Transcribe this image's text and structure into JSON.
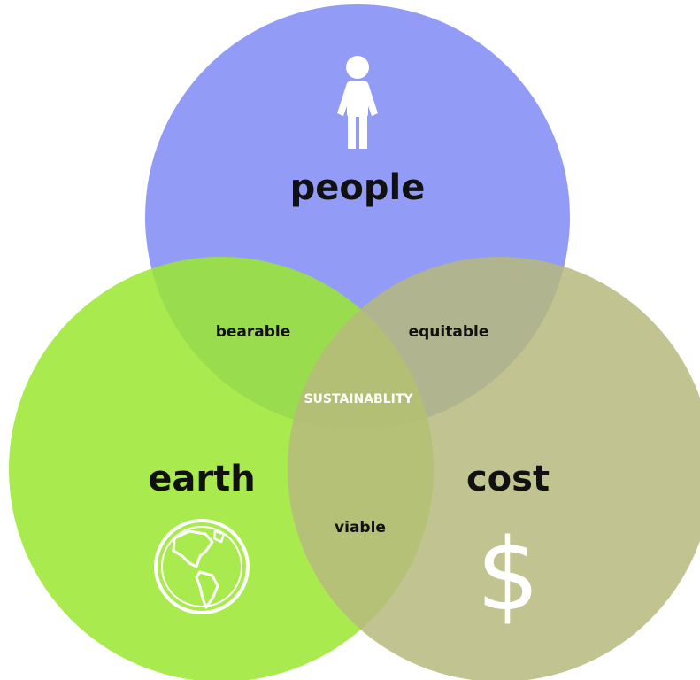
{
  "circles": {
    "people": {
      "label": "people",
      "color": "#7f8af4",
      "icon": "person-icon"
    },
    "earth": {
      "label": "earth",
      "color": "#9ae830",
      "icon": "globe-icon"
    },
    "cost": {
      "label": "cost",
      "color": "#b6ba7c",
      "icon": "dollar-icon",
      "symbol": "$"
    }
  },
  "overlaps": {
    "people_earth": "bearable",
    "people_cost": "equitable",
    "earth_cost": "viable"
  },
  "center": "SUSTAINABLITY"
}
